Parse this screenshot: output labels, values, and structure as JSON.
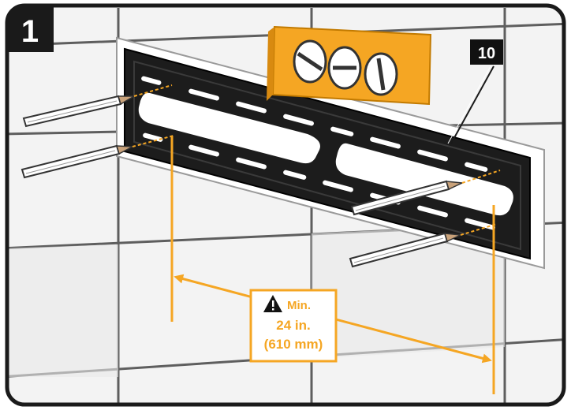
{
  "step_number": "1",
  "callout_part_number": "10",
  "measurement": {
    "line1": "Min.",
    "line2": "24 in.",
    "line3": "(610 mm)"
  },
  "colors": {
    "frame": "#1a1a1a",
    "wall_background": "#f2f2f2",
    "tile_grout": "#5a5a5a",
    "bracket": "#1c1c1c",
    "bracket_slot": "#ffffff",
    "level_tool": "#f5a623",
    "measurement_accent": "#f5a623",
    "badge_background": "#111111",
    "badge_text": "#ffffff",
    "pencil_body": "#ffffff"
  },
  "icons": {
    "warning": "warning-triangle-icon",
    "double_arrow": "double-headed-arrow-icon"
  }
}
